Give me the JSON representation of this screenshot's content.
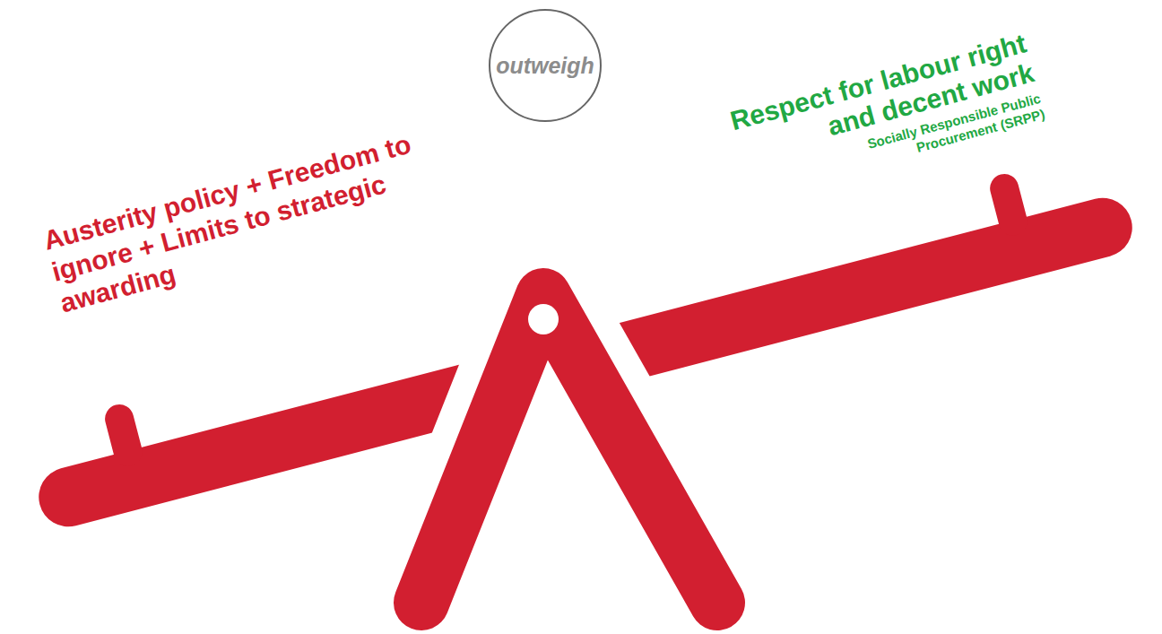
{
  "diagram": {
    "nodes": [
      {
        "text": [
          "outweigh"
        ]
      }
    ],
    "labels": [
      "Austerity policy + Freedom to ignore + Limits to strategic awarding",
      "Respect for labour right and decent work",
      "Socially Responsible Public Procurement (SRPP)"
    ]
  }
}
